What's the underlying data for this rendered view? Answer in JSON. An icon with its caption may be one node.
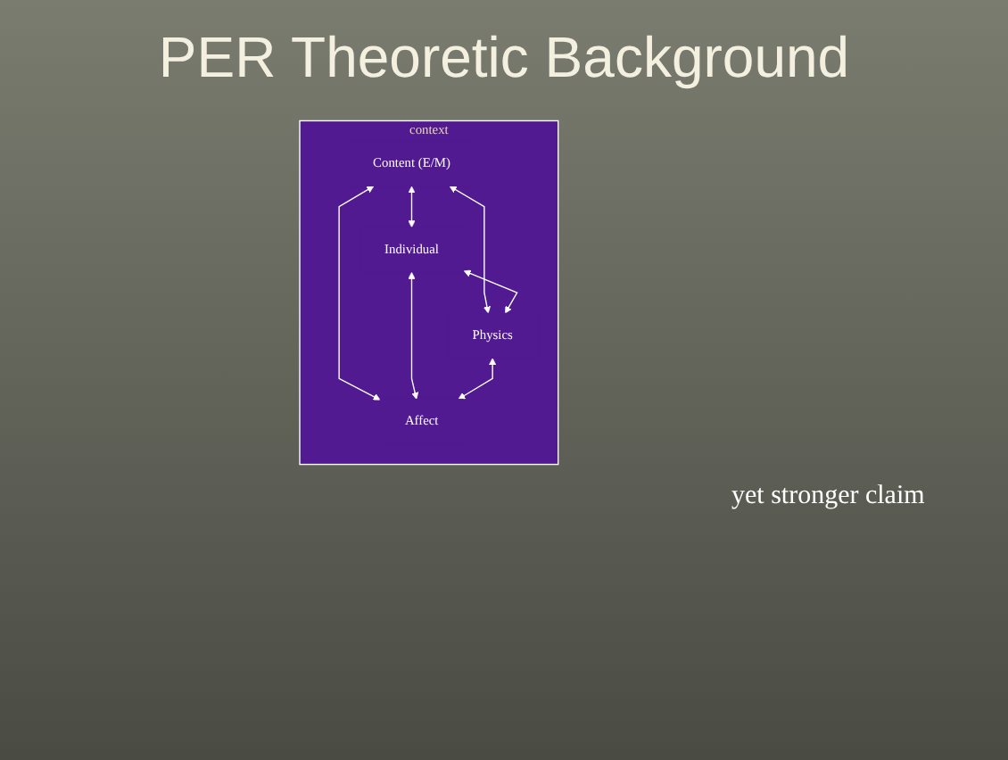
{
  "diagram": {
    "title": "PER Theoretic Background",
    "nodes": [
      {
        "text": [
          "context"
        ]
      },
      {
        "text": [
          "Content (E/M)"
        ],
        "in": 0
      },
      {
        "text": [
          "Individual"
        ],
        "in": 0
      },
      {
        "text": [
          "Physics"
        ],
        "in": 0
      },
      {
        "text": [
          "Affect"
        ],
        "in": 0
      }
    ],
    "edges": [
      {
        "from": 1,
        "to": 2,
        "arrow": "both"
      },
      {
        "from": 1,
        "to": 3,
        "arrow": "both"
      },
      {
        "from": 1,
        "to": 4,
        "arrow": "both"
      },
      {
        "from": 2,
        "to": 3,
        "arrow": "both"
      },
      {
        "from": 2,
        "to": 4,
        "arrow": "both"
      },
      {
        "from": 3,
        "to": 4,
        "arrow": "both"
      }
    ],
    "labels": [
      "yet stronger claim"
    ]
  }
}
